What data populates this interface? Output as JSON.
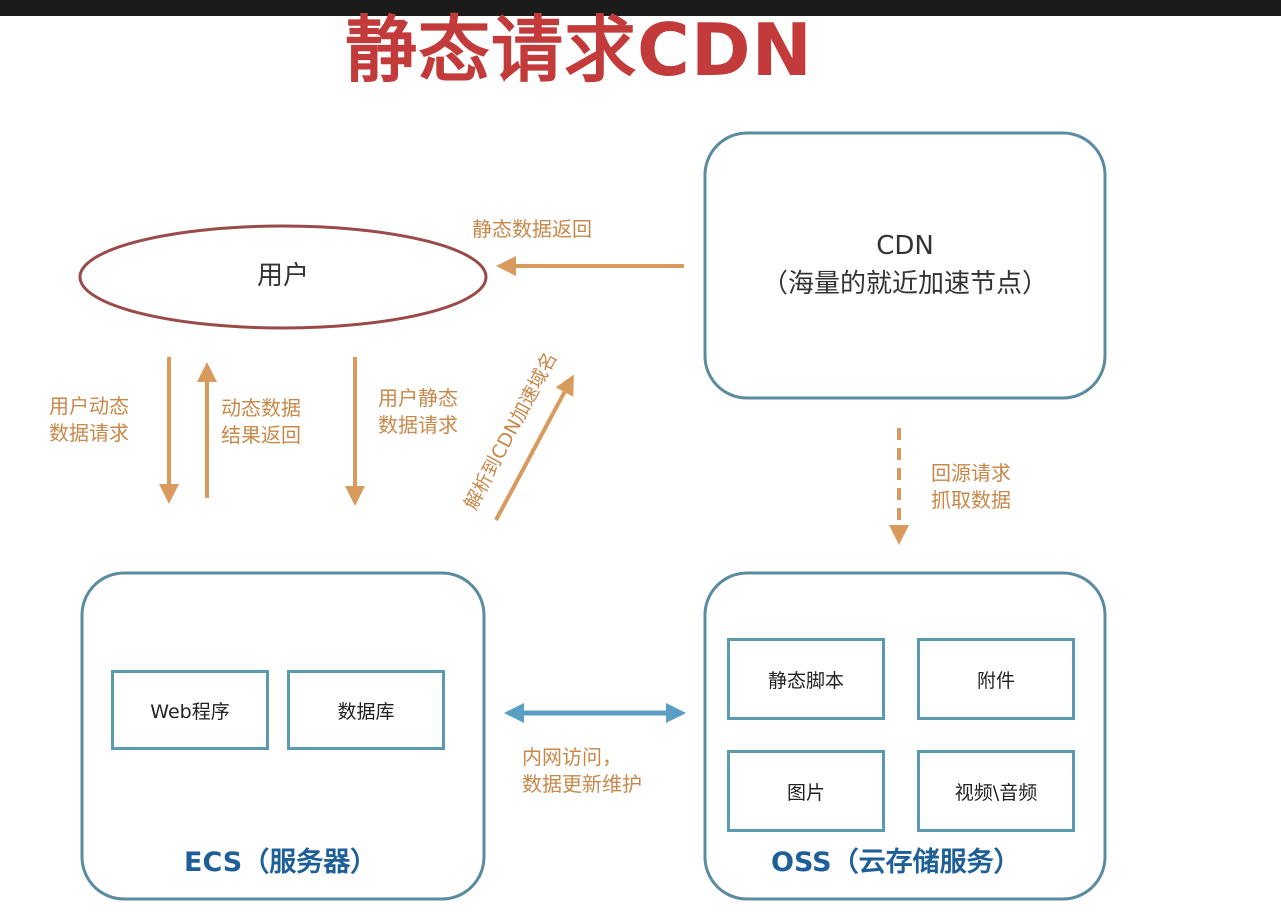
{
  "title": "静态请求CDN",
  "nodes": {
    "user": "用户",
    "cdn_line1": "CDN",
    "cdn_line2": "（海量的就近加速节点）",
    "ecs": "ECS（服务器）",
    "oss": "OSS（云存储服务）"
  },
  "ecs_items": [
    "Web程序",
    "数据库"
  ],
  "oss_items": [
    "静态脚本",
    "附件",
    "图片",
    "视频\\音频"
  ],
  "edge_labels": {
    "static_return": "静态数据返回",
    "dynamic_request": [
      "用户动态",
      "数据请求"
    ],
    "dynamic_return": [
      "动态数据",
      "结果返回"
    ],
    "static_request": [
      "用户静态",
      "数据请求"
    ],
    "resolve_cdn": "解析到CDN加速域名",
    "origin_fetch": [
      "回源请求",
      "抓取数据"
    ],
    "intranet": [
      "内网访问，",
      "数据更新维护"
    ]
  },
  "colors": {
    "title": "#c33a3a",
    "arrow": "#d99a5e",
    "arrow_text": "#c8884a",
    "box_border": "#5a9bb0",
    "user_ellipse": "#9b4a4a",
    "bidirectional_arrow": "#5a9ec4",
    "server_label": "#1e5f98"
  }
}
